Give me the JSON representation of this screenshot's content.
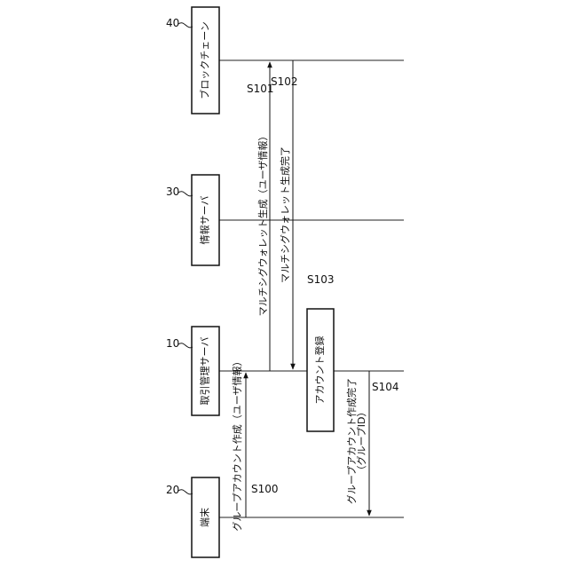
{
  "entities": [
    {
      "id": "block",
      "ref": "40",
      "label": "ブロックチェーン"
    },
    {
      "id": "info",
      "ref": "30",
      "label": "情報サーバ"
    },
    {
      "id": "trade",
      "ref": "10",
      "label": "取引管理サーバ"
    },
    {
      "id": "terminal",
      "ref": "20",
      "label": "端末"
    }
  ],
  "messages": [
    {
      "id": "m1",
      "line1": "グループアカウント作成（ユーザ情報）",
      "line2": ""
    },
    {
      "id": "m2",
      "line1": "マルチシグウォレット生成（ユーザ情報）",
      "line2": ""
    },
    {
      "id": "m3",
      "line1": "マルチシグウォレット生成完了",
      "line2": ""
    },
    {
      "id": "m4",
      "line1": "グループアカウント作成完了",
      "line2": "（グループID）"
    }
  ],
  "activation": {
    "label": "アカウント登録"
  },
  "steps": {
    "s100": "S100",
    "s101": "S101",
    "s102": "S102",
    "s103": "S103",
    "s104": "S104"
  }
}
